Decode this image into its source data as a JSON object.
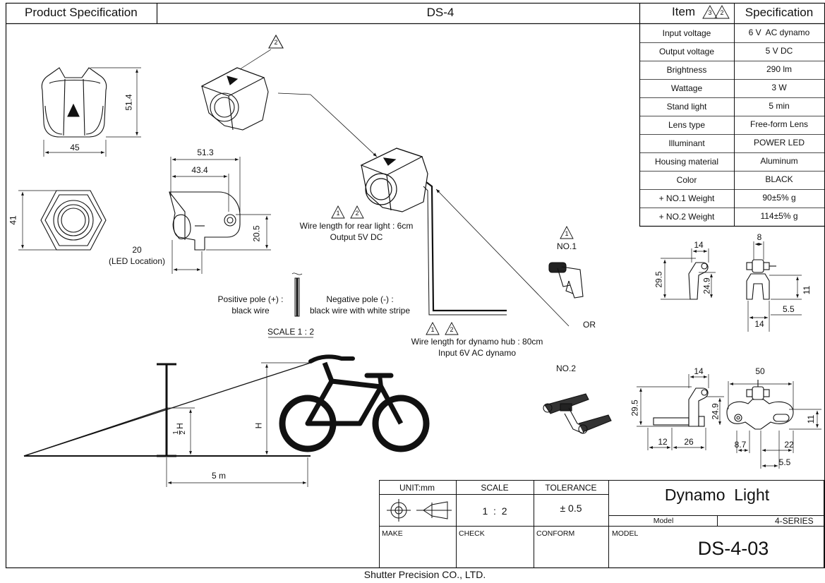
{
  "header": {
    "left_title": "Product Specification",
    "doc_code": "DS-4",
    "item_label": "Item",
    "item_markers": [
      "3",
      "2"
    ],
    "spec_label": "Specification"
  },
  "spec_table": [
    {
      "item": "Input voltage",
      "value": "6 V  AC dynamo"
    },
    {
      "item": "Output voltage",
      "value": "5 V DC"
    },
    {
      "item": "Brightness",
      "value": "290 lm"
    },
    {
      "item": "Wattage",
      "value": "3 W"
    },
    {
      "item": "Stand light",
      "value": "5 min"
    },
    {
      "item": "Lens type",
      "value": "Free-form Lens"
    },
    {
      "item": "Illuminant",
      "value": "POWER LED"
    },
    {
      "item": "Housing material",
      "value": "Aluminum"
    },
    {
      "item": "Color",
      "value": "BLACK"
    },
    {
      "item": "+ NO.1 Weight",
      "value": "90±5% g"
    },
    {
      "item": "+ NO.2 Weight",
      "value": "114±5% g"
    }
  ],
  "drawing": {
    "front_view": {
      "height": "51.4",
      "width": "45"
    },
    "side_view": {
      "overall_length": "51.3",
      "body_length": "43.4",
      "height": "20.5",
      "led_offset": "20",
      "led_caption": "(LED Location)"
    },
    "rear_view": {
      "height": "41"
    },
    "iso_marker": "2",
    "rear_light_note": {
      "markers": [
        "1",
        "2"
      ],
      "line1": "Wire length for rear light : 6cm",
      "line2": "Output 5V DC"
    },
    "poles": {
      "positive_line1": "Positive pole (+) :",
      "positive_line2": "black wire",
      "negative_line1": "Negative pole (-) :",
      "negative_line2": "black wire with white stripe"
    },
    "scale_note": "SCALE 1 : 2",
    "hub_note": {
      "markers": [
        "1",
        "2"
      ],
      "line1": "Wire length for dynamo hub : 80cm",
      "line2": "Input 6V AC dynamo"
    },
    "or_label": "OR",
    "bracket1": {
      "marker": "1",
      "label": "NO.1",
      "dims": [
        "14",
        "29.5",
        "24.9",
        "8",
        "11",
        "5.5",
        "14"
      ]
    },
    "bracket2": {
      "label": "NO.2",
      "dims": [
        "14",
        "29.5",
        "24.9",
        "12",
        "26",
        "50",
        "11",
        "8.7",
        "22",
        "5.5"
      ]
    },
    "bike": {
      "h_label": "H",
      "half_h_num": "1",
      "half_h_den": "2",
      "half_h_var": "H",
      "distance": "5 m"
    }
  },
  "title_block": {
    "unit": "UNIT:mm",
    "scale_label": "SCALE",
    "scale_value": "1  :  2",
    "tolerance_label": "TOLERANCE",
    "tolerance_value": "± 0.5",
    "product_name": "Dynamo  Light",
    "model_label_small": "Model",
    "series": "4-SERIES",
    "make": "MAKE",
    "check": "CHECK",
    "conform": "CONFORM",
    "model": "MODEL",
    "model_number": "DS-4-03"
  },
  "footer": {
    "company": "Shutter Precision CO., LTD."
  }
}
